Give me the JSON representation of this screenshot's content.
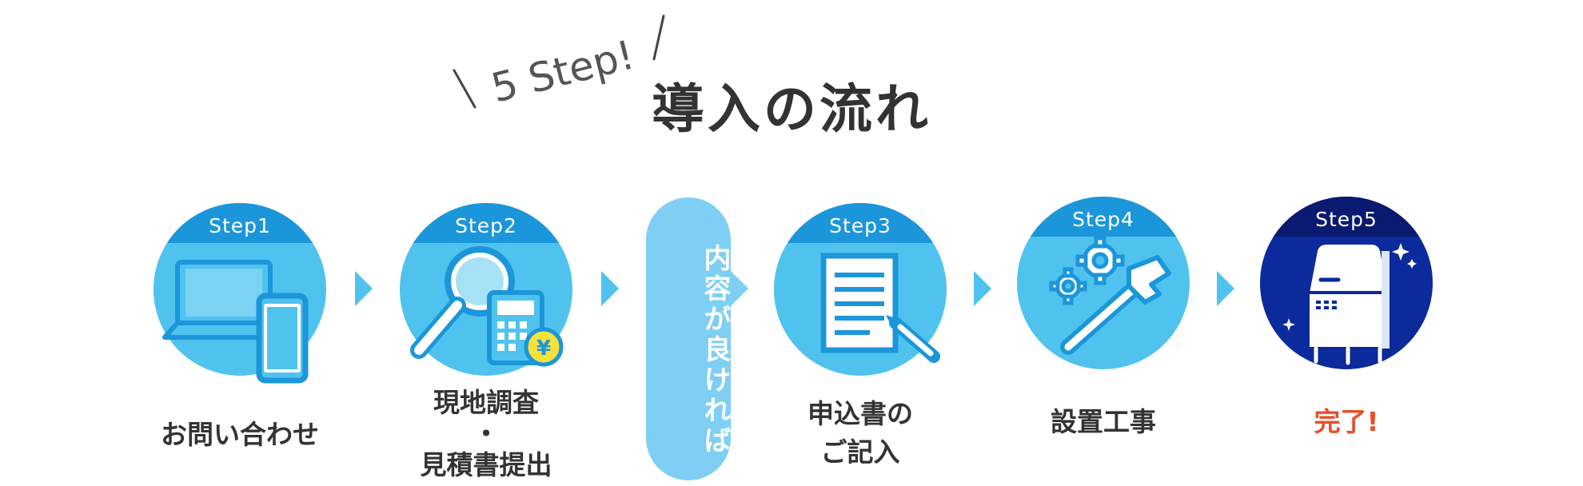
{
  "header": {
    "badge": "5 Step!",
    "title": "導入の流れ"
  },
  "condition": "内容が良ければ",
  "steps": [
    {
      "badge": "Step1",
      "label_lines": [
        "お問い合わせ"
      ]
    },
    {
      "badge": "Step2",
      "label_lines": [
        "現地調査",
        "・",
        "見積書提出"
      ]
    },
    {
      "badge": "Step3",
      "label_lines": [
        "申込書の",
        "ご記入"
      ]
    },
    {
      "badge": "Step4",
      "label_lines": [
        "設置工事"
      ]
    },
    {
      "badge": "Step5",
      "label_lines": [
        "完了!"
      ]
    }
  ],
  "icons": [
    "laptop-smartphone-icon",
    "magnifier-calculator-yen-icon",
    "document-pen-icon",
    "gears-wrench-icon",
    "sparkling-delivery-box-icon"
  ],
  "colors": {
    "step_circle": "#4fc3ee",
    "step_band": "#1c96da",
    "final_circle": "#0b2a9c",
    "final_band": "#0a1a70",
    "pill": "#7ecff3",
    "arrow": "#4fc3ee",
    "title": "#333333",
    "done_text": "#e94e2a",
    "yen_badge": "#f7e13a"
  }
}
